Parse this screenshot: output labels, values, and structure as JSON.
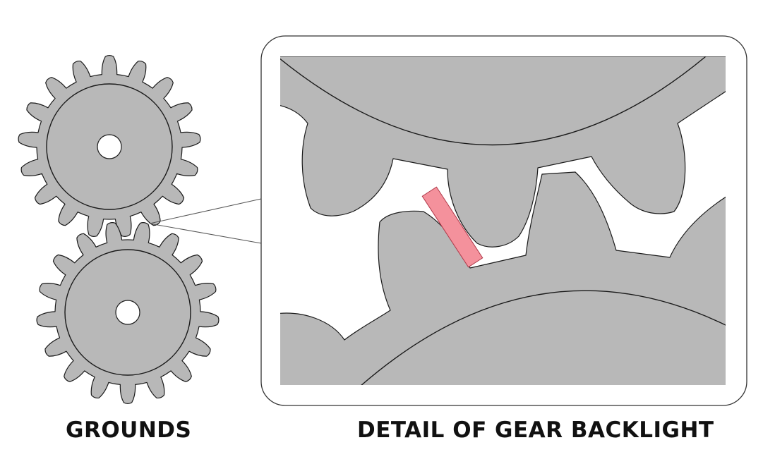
{
  "captions": {
    "left": "GROUNDS",
    "right": "DETAIL OF GEAR BACKLIGHT"
  },
  "colors": {
    "gear_fill": "#b8b8b8",
    "outline": "#1a1a1a",
    "backlash_marker": "#f4919c",
    "background": "#ffffff"
  },
  "diagram": {
    "gear_count": 2,
    "teeth_per_gear": 17,
    "highlight": "backlash gap between meshing teeth"
  }
}
